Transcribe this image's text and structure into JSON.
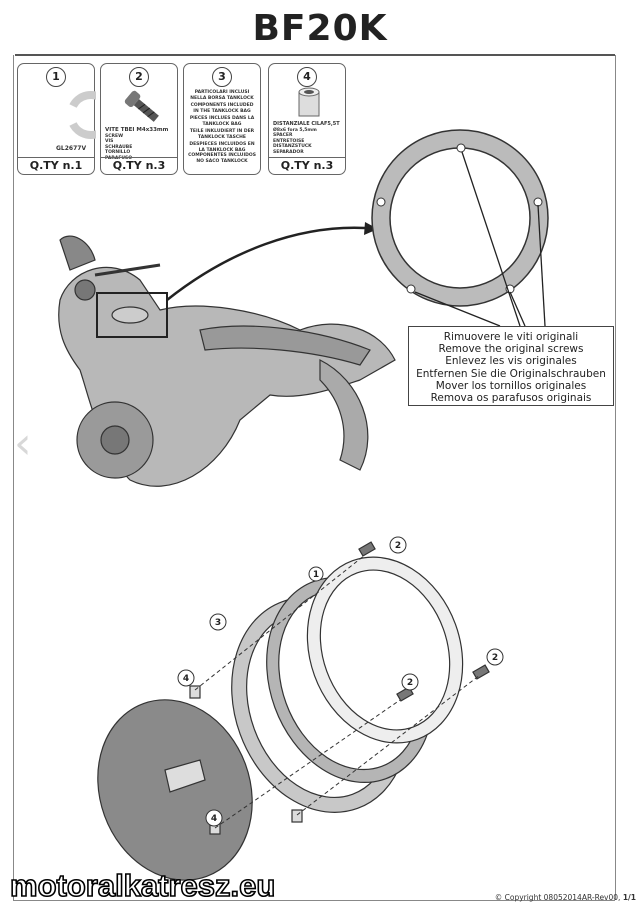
{
  "header": {
    "title": "BF20K"
  },
  "parts": [
    {
      "number": "1",
      "code": "GL2677V",
      "desc": [],
      "qty": "Q.TY n.1"
    },
    {
      "number": "2",
      "code": "VITE TBEI M4x33mm",
      "desc": [
        "SCREW",
        "VIS",
        "SCHRAUBE",
        "TORNILLO",
        "PARAFUSO"
      ],
      "qty": "Q.TY n.3"
    },
    {
      "number": "3",
      "code": "PARTICOLARI INCLUSI NELLA BORSA TANKLOCK",
      "desc": [
        "COMPONENTS INCLUDED IN THE TANKLOCK BAG",
        "PIECES INCLUES DANS LA TANKLOCK BAG",
        "TEILE INKLUDIERT IN DER TANKLOCK TASCHE",
        "DESPIECES INCLUIDOS EN LA TANKLOCK BAG",
        "COMPONENTES INCLUIDOS NO SACO TANKLOCK"
      ],
      "qty": ""
    },
    {
      "number": "4",
      "code": "DISTANZIALE CILAF5,5T",
      "desc": [
        "Ø8x6 fora 5,5mm",
        "SPACER",
        "ENTRETOISE",
        "DISTANZSTUCK",
        "SEPARADOR"
      ],
      "qty": "Q.TY n.3"
    }
  ],
  "instructions": [
    "Rimuovere le viti originali",
    "Remove the original screws",
    "Enlevez  les vis originales",
    "Entfernen Sie die Originalschrauben",
    "Mover los tornillos originales",
    "Remova os parafusos originais"
  ],
  "diagram_labels": [
    "1",
    "2",
    "2",
    "2",
    "3",
    "4",
    "4"
  ],
  "footer": {
    "copyright": "© Copyright 08052014AR-Rev00,",
    "page": "1/1"
  },
  "watermark": "motoralkatresz.eu",
  "nav": {
    "prev_icon": "‹"
  }
}
